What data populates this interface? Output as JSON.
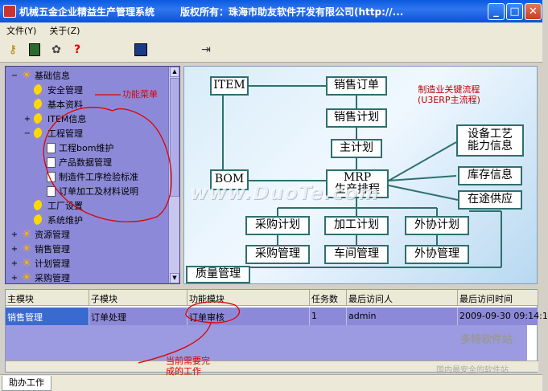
{
  "window": {
    "title": "机械五金企业精益生产管理系统",
    "copyright": "版权所有：珠海市助友软件开发有限公司(http://..."
  },
  "menu": {
    "items": [
      "文件(Y)",
      "关于(Z)"
    ]
  },
  "tree": {
    "items": [
      {
        "label": "基础信息",
        "level": 0,
        "icon": "star",
        "exp": "−"
      },
      {
        "label": "安全管理",
        "level": 1,
        "icon": "moon",
        "exp": ""
      },
      {
        "label": "基本资料",
        "level": 1,
        "icon": "moon",
        "exp": ""
      },
      {
        "label": "ITEM信息",
        "level": 1,
        "icon": "moon",
        "exp": "+"
      },
      {
        "label": "工程管理",
        "level": 1,
        "icon": "moon",
        "exp": "−"
      },
      {
        "label": "工程bom维护",
        "level": 2,
        "icon": "doc",
        "exp": ""
      },
      {
        "label": "产品数据管理",
        "level": 2,
        "icon": "doc",
        "exp": ""
      },
      {
        "label": "制造件工序检验标准",
        "level": 2,
        "icon": "doc",
        "exp": ""
      },
      {
        "label": "订单加工及材料说明",
        "level": 2,
        "icon": "doc",
        "exp": ""
      },
      {
        "label": "工厂设置",
        "level": 1,
        "icon": "moon",
        "exp": ""
      },
      {
        "label": "系统维护",
        "level": 1,
        "icon": "moon",
        "exp": ""
      },
      {
        "label": "资源管理",
        "level": 0,
        "icon": "star",
        "exp": "+"
      },
      {
        "label": "销售管理",
        "level": 0,
        "icon": "star",
        "exp": "+"
      },
      {
        "label": "计划管理",
        "level": 0,
        "icon": "star",
        "exp": "+"
      },
      {
        "label": "采购管理",
        "level": 0,
        "icon": "star",
        "exp": "+"
      }
    ]
  },
  "diagram": {
    "note_line1": "制造业关键流程",
    "note_line2": "(U3ERP主流程)",
    "boxes": {
      "item": "ITEM",
      "sales_order": "销售订单",
      "sales_plan": "销售计划",
      "master_plan": "主计划",
      "bom": "BOM",
      "mrp": "MRP\n生产排程",
      "equipment": "设备工艺\n能力信息",
      "inventory": "库存信息",
      "in_transit": "在途供应",
      "purchase_plan": "采购计划",
      "process_plan": "加工计划",
      "outsource_plan": "外协计划",
      "purchase_mgmt": "采购管理",
      "workshop_mgmt": "车间管理",
      "outsource_mgmt": "外协管理",
      "quality_mgmt": "质量管理"
    },
    "watermark": "www.DuoTe.com"
  },
  "grid": {
    "headers": [
      "主模块",
      "子模块",
      "功能模块",
      "任务数",
      "最后访问人",
      "最后访问时间"
    ],
    "rows": [
      [
        "销售管理",
        "订单处理",
        "订单审核",
        "1",
        "admin",
        "2009-09-30 09:14:1"
      ]
    ]
  },
  "annotations": {
    "menu_label": "功能菜单",
    "task_label_line1": "当前需要完",
    "task_label_line2": "成的工作"
  },
  "status_tab": "助办工作",
  "watermark_site": "多特软件站",
  "watermark_slogan": "国内最安全的软件站"
}
